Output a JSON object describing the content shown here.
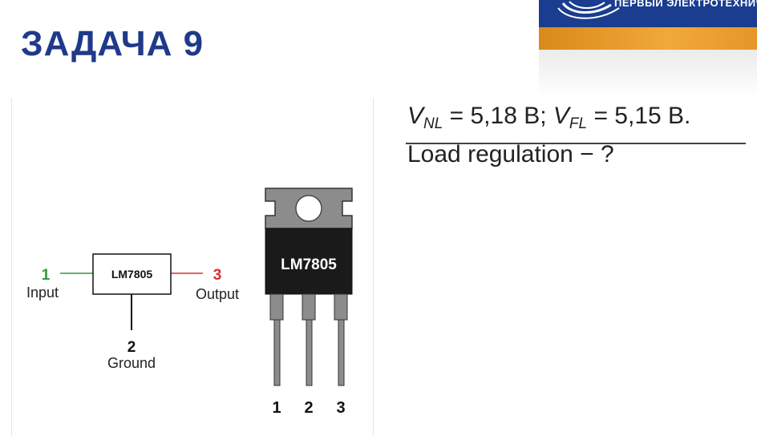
{
  "slide": {
    "title": "ЗАДАЧА 9"
  },
  "logo": {
    "text": "ПЕРВЫЙ ЭЛЕКТРОТЕХНИЧЕС",
    "icon": "logo-swoosh-icon",
    "colors": {
      "primary": "#1a3d8f",
      "accent": "#f0a93a"
    }
  },
  "schematic": {
    "chip_label": "LM7805",
    "pin1_number": "1",
    "pin1_label": "Input",
    "pin2_number": "2",
    "pin2_label": "Ground",
    "pin3_number": "3",
    "pin3_label": "Output",
    "colors": {
      "input": "#2f9a35",
      "output": "#d8302a"
    }
  },
  "package": {
    "label": "LM7805",
    "pins": [
      "1",
      "2",
      "3"
    ]
  },
  "problem": {
    "v_nl_symbol": "V",
    "v_nl_subscript": "NL",
    "v_nl_value": " = 5,18 В; ",
    "v_fl_symbol": "V",
    "v_fl_subscript": "FL",
    "v_fl_value": " = 5,15 В.",
    "question": "Load regulation − ?"
  }
}
